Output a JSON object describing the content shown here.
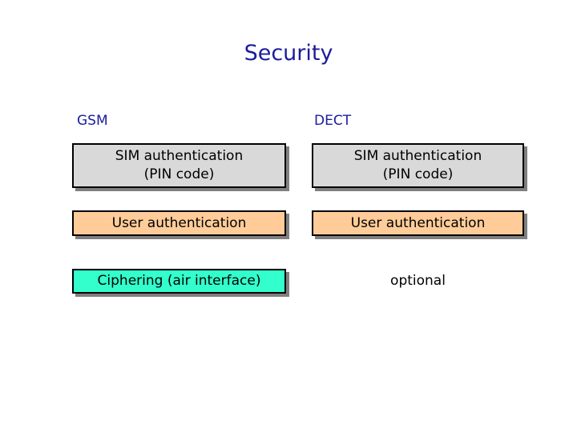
{
  "slide": {
    "title": "Security",
    "colors": {
      "background": "#ffffff",
      "title_text": "#1c1c9c",
      "label_text": "#1c1c9c",
      "box_border": "#000000",
      "box_shadow": "#808080",
      "gray_fill": "#d9d9d9",
      "orange_fill": "#ffcc99",
      "teal_fill": "#33ffcc"
    },
    "columns": {
      "gsm": {
        "label": "GSM",
        "boxes": {
          "sim_auth": "SIM authentication\n(PIN code)",
          "user_auth": "User authentication",
          "ciphering": "Ciphering (air interface)"
        }
      },
      "dect": {
        "label": "DECT",
        "boxes": {
          "sim_auth": "SIM authentication\n(PIN code)",
          "user_auth": "User authentication"
        },
        "note": "optional"
      }
    }
  }
}
